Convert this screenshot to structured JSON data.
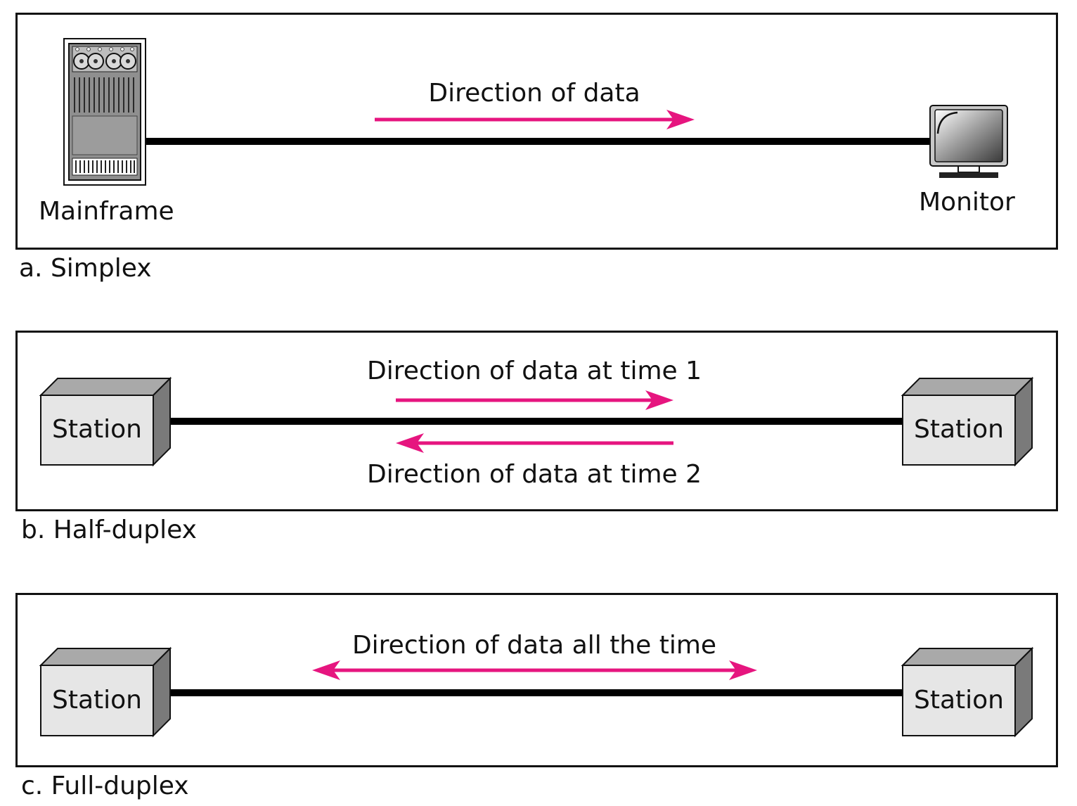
{
  "colors": {
    "arrow": "#e6157f",
    "line": "#000000",
    "station_face": "#e6e6e6",
    "station_top": "#a9a9a9",
    "station_side": "#7a7a7a"
  },
  "simplex": {
    "caption": "a. Simplex",
    "arrow_label": "Direction of data",
    "left_device": "Mainframe",
    "right_device": "Monitor",
    "left_icon": "mainframe-icon",
    "right_icon": "monitor-icon"
  },
  "half_duplex": {
    "caption": "b. Half-duplex",
    "arrow_label_top": "Direction of data at time 1",
    "arrow_label_bottom": "Direction of data at time 2",
    "left_station": "Station",
    "right_station": "Station"
  },
  "full_duplex": {
    "caption": "c. Full-duplex",
    "arrow_label": "Direction of data all the time",
    "left_station": "Station",
    "right_station": "Station"
  }
}
